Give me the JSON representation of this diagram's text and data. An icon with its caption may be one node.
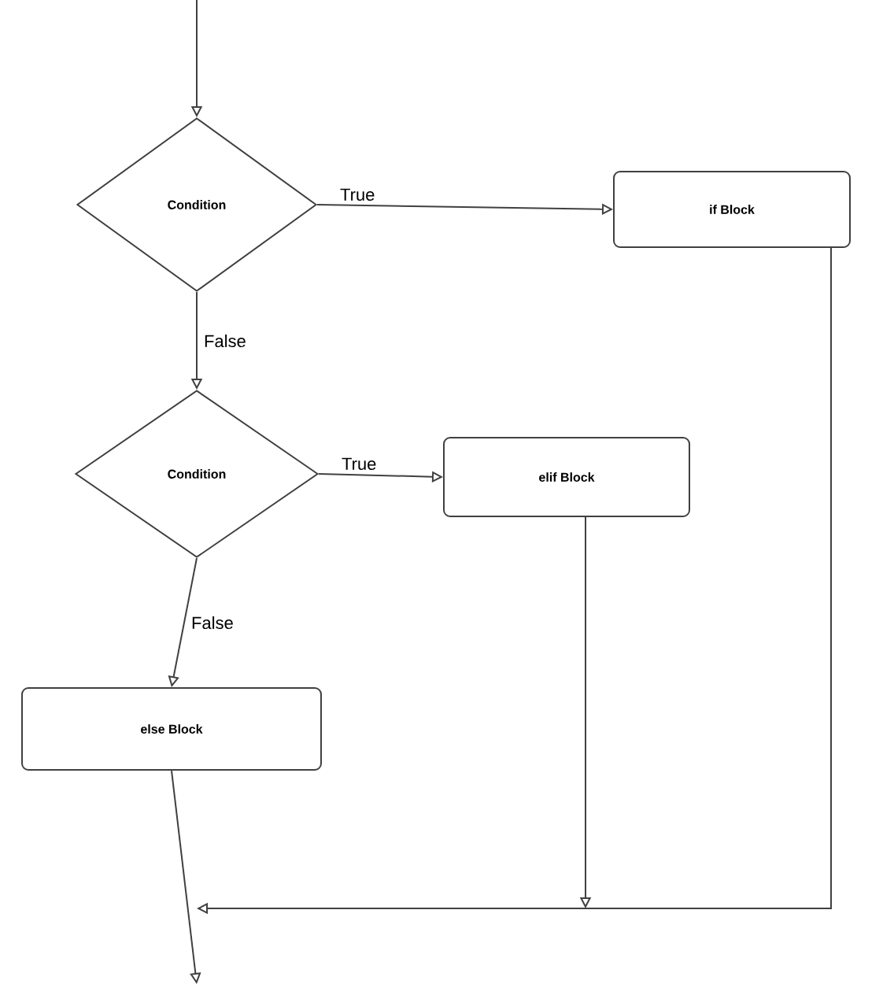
{
  "diagram": {
    "nodes": [
      {
        "text": [
          "Condition"
        ]
      },
      {
        "text": [
          "if Block"
        ]
      },
      {
        "text": [
          "Condition"
        ]
      },
      {
        "text": [
          "elif Block"
        ]
      },
      {
        "text": [
          "else Block"
        ]
      }
    ],
    "edges": [
      {
        "from": null,
        "to": 0,
        "arrow": "to"
      },
      {
        "from": 0,
        "to": 1,
        "arrow": "to",
        "label": "True"
      },
      {
        "from": 0,
        "to": 2,
        "arrow": "to",
        "label": "False"
      },
      {
        "from": 2,
        "to": 3,
        "arrow": "to",
        "label": "True"
      },
      {
        "from": 2,
        "to": 4,
        "arrow": "to",
        "label": "False"
      },
      {
        "from": 1,
        "to": null,
        "arrow": "to"
      },
      {
        "from": 3,
        "to": null,
        "arrow": "to"
      },
      {
        "from": 4,
        "to": null,
        "arrow": "to"
      }
    ]
  }
}
